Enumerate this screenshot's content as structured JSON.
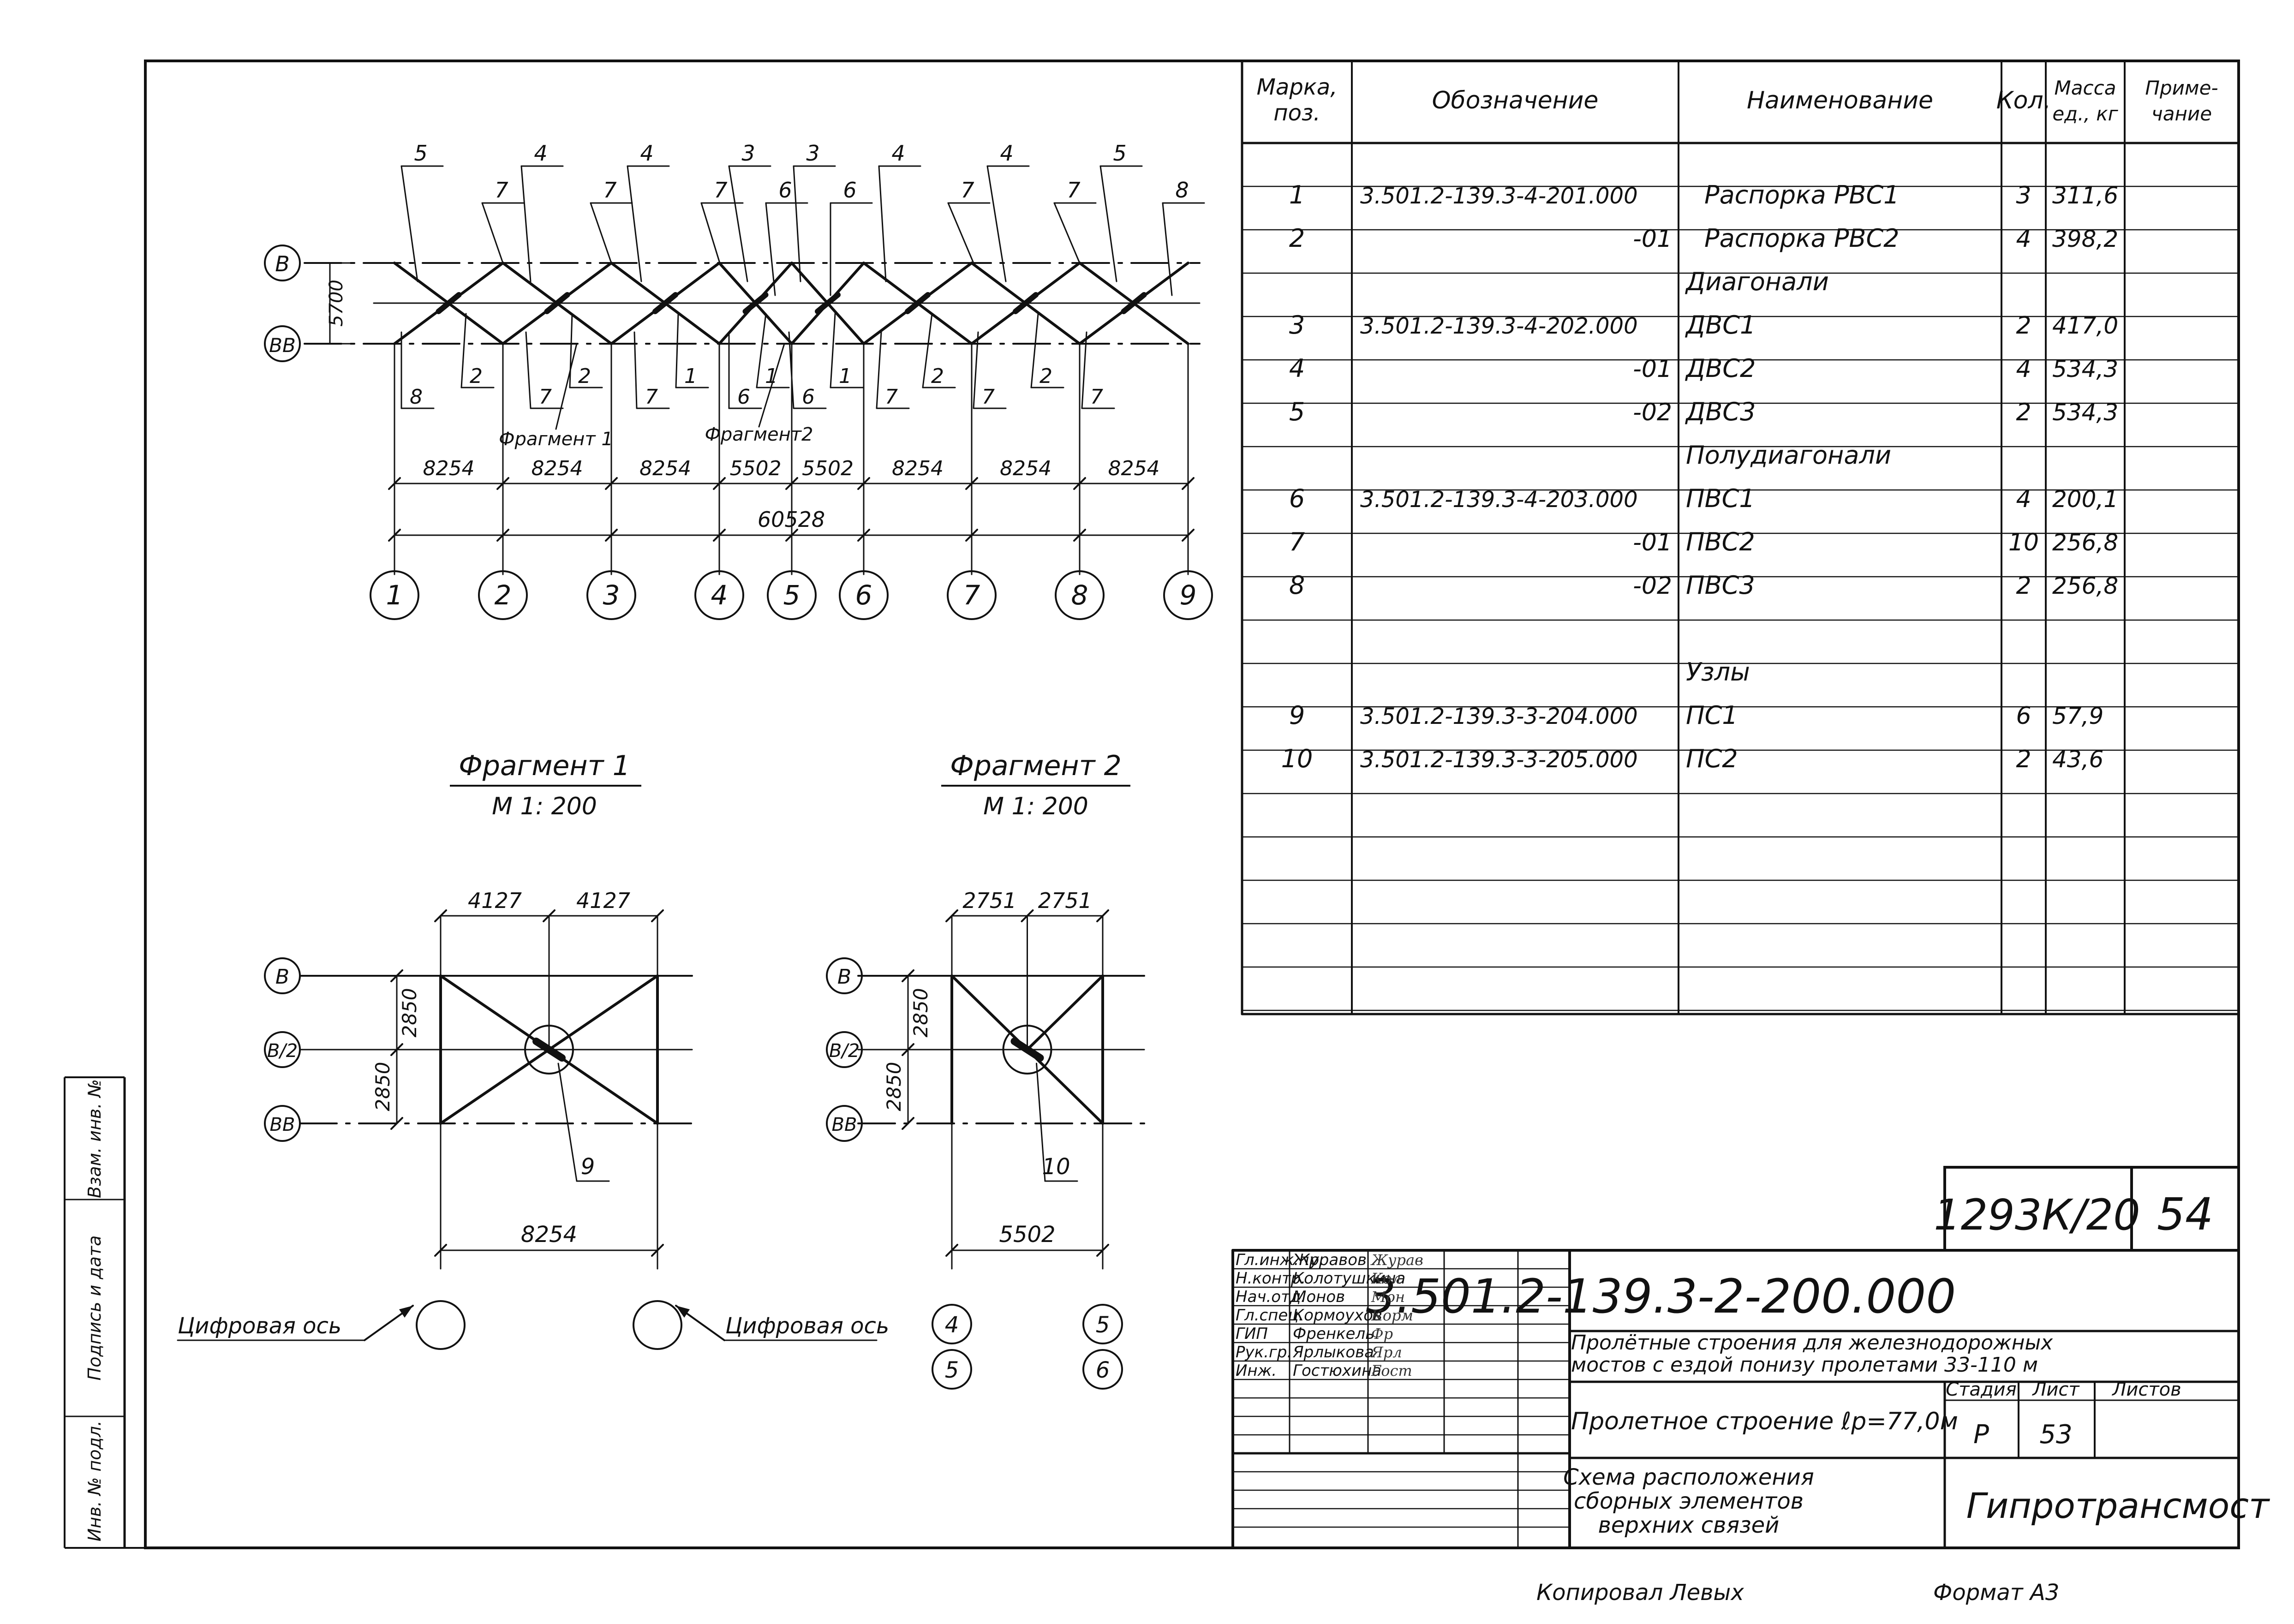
{
  "spec_table": {
    "headers": [
      "Марка, поз.",
      "Обозначение",
      "Наименование",
      "Кол.",
      "Масса ед., кг",
      "Приме- чание"
    ],
    "rows": [
      {
        "pos": "1",
        "code": "3.501.2-139.3-4-201.000",
        "name": "Распорка  РВС1",
        "qty": "3",
        "mass": "311,6"
      },
      {
        "pos": "2",
        "code": "-01",
        "name": "Распорка  РВС2",
        "qty": "4",
        "mass": "398,2"
      },
      {
        "pos": "",
        "code": "",
        "name": "Диагонали",
        "qty": "",
        "mass": ""
      },
      {
        "pos": "3",
        "code": "3.501.2-139.3-4-202.000",
        "name": "ДВС1",
        "qty": "2",
        "mass": "417,0"
      },
      {
        "pos": "4",
        "code": "-01",
        "name": "ДВС2",
        "qty": "4",
        "mass": "534,3"
      },
      {
        "pos": "5",
        "code": "-02",
        "name": "ДВС3",
        "qty": "2",
        "mass": "534,3"
      },
      {
        "pos": "",
        "code": "",
        "name": "Полудиагонали",
        "qty": "",
        "mass": ""
      },
      {
        "pos": "6",
        "code": "3.501.2-139.3-4-203.000",
        "name": "ПВС1",
        "qty": "4",
        "mass": "200,1"
      },
      {
        "pos": "7",
        "code": "-01",
        "name": "ПВС2",
        "qty": "10",
        "mass": "256,8"
      },
      {
        "pos": "8",
        "code": "-02",
        "name": "ПВС3",
        "qty": "2",
        "mass": "256,8"
      },
      {
        "pos": "",
        "code": "",
        "name": "",
        "qty": "",
        "mass": ""
      },
      {
        "pos": "",
        "code": "",
        "name": "Узлы",
        "qty": "",
        "mass": ""
      },
      {
        "pos": "9",
        "code": "3.501.2-139.3-3-204.000",
        "name": "ПС1",
        "qty": "6",
        "mass": "57,9"
      },
      {
        "pos": "10",
        "code": "3.501.2-139.3-3-205.000",
        "name": "ПС2",
        "qty": "2",
        "mass": "43,6"
      }
    ]
  },
  "main_scheme": {
    "row_axes": [
      "В",
      "ВВ"
    ],
    "row_dim": "5700",
    "col_axes": [
      "1",
      "2",
      "3",
      "4",
      "5",
      "6",
      "7",
      "8",
      "9"
    ],
    "spans": [
      "8254",
      "8254",
      "8254",
      "5502",
      "5502",
      "8254",
      "8254",
      "8254"
    ],
    "total": "60528",
    "top_callouts": [
      "5",
      "7",
      "4",
      "7",
      "4",
      "7",
      "3",
      "6",
      "3",
      "6",
      "4",
      "7",
      "4",
      "7",
      "5",
      "8"
    ],
    "bottom_callouts": [
      "8",
      "2",
      "7",
      "2",
      "7",
      "1",
      "6",
      "1",
      "6",
      "1",
      "7",
      "2",
      "7",
      "2",
      "7"
    ],
    "fragment1_label": "Фрагмент 1",
    "fragment2_label": "Фрагмент2"
  },
  "fragment1": {
    "title": "Фрагмент 1",
    "scale": "М 1: 200",
    "axes": [
      "В",
      "В/2",
      "ВВ"
    ],
    "dims_top": [
      "4127",
      "4127"
    ],
    "dims_side": [
      "2850",
      "2850"
    ],
    "dim_bottom": "8254",
    "callout": "9",
    "axis_note": "Цифровая  ось"
  },
  "fragment2": {
    "title": "Фрагмент 2",
    "scale": "М 1: 200",
    "axes": [
      "В",
      "В/2",
      "ВВ"
    ],
    "dims_top": [
      "2751",
      "2751"
    ],
    "dims_side": [
      "2850",
      "2850"
    ],
    "dim_bottom": "5502",
    "callout": "10",
    "left_axes": [
      "4",
      "5"
    ],
    "right_axes": [
      "5",
      "6"
    ]
  },
  "side_stamp": [
    "Инв. № подл.",
    "Подпись и дата",
    "Взам. инв. №"
  ],
  "title_block": {
    "sheet_code": "1293К/20",
    "page": "54",
    "doc_code": "3.501.2-139.3-2-200.000",
    "project": "Пролётные строения для железнодорожных мостов с ездой понизу пролетами 33-110 м",
    "part": "Пролетное строение ℓр=77,0м",
    "stage_headers": [
      "Стадия",
      "Лист",
      "Листов"
    ],
    "stage": "Р",
    "sheet": "53",
    "sheets": "",
    "drawing": [
      "Схема  расположения",
      "сборных  элементов",
      "верхних  связей"
    ],
    "org": "Гипротрансмост",
    "staff": [
      {
        "role": "Гл.инж.пр.",
        "name": "Журавов",
        "sign": "Журав"
      },
      {
        "role": "Н.контр.",
        "name": "Колотушкина",
        "sign": "Кол"
      },
      {
        "role": "Нач.отд.",
        "name": "Монов",
        "sign": "Мон"
      },
      {
        "role": "Гл.спец.",
        "name": "Кормоухов",
        "sign": "Корм"
      },
      {
        "role": "ГИП",
        "name": "Френкель",
        "sign": "Фр"
      },
      {
        "role": "Рук.гр.",
        "name": "Ярлыкова",
        "sign": "Ярл"
      },
      {
        "role": "Инж.",
        "name": "Гостюхина",
        "sign": "Гост"
      }
    ]
  },
  "footer": {
    "copied": "Копировал  Левых",
    "format": "Формат  А3"
  }
}
